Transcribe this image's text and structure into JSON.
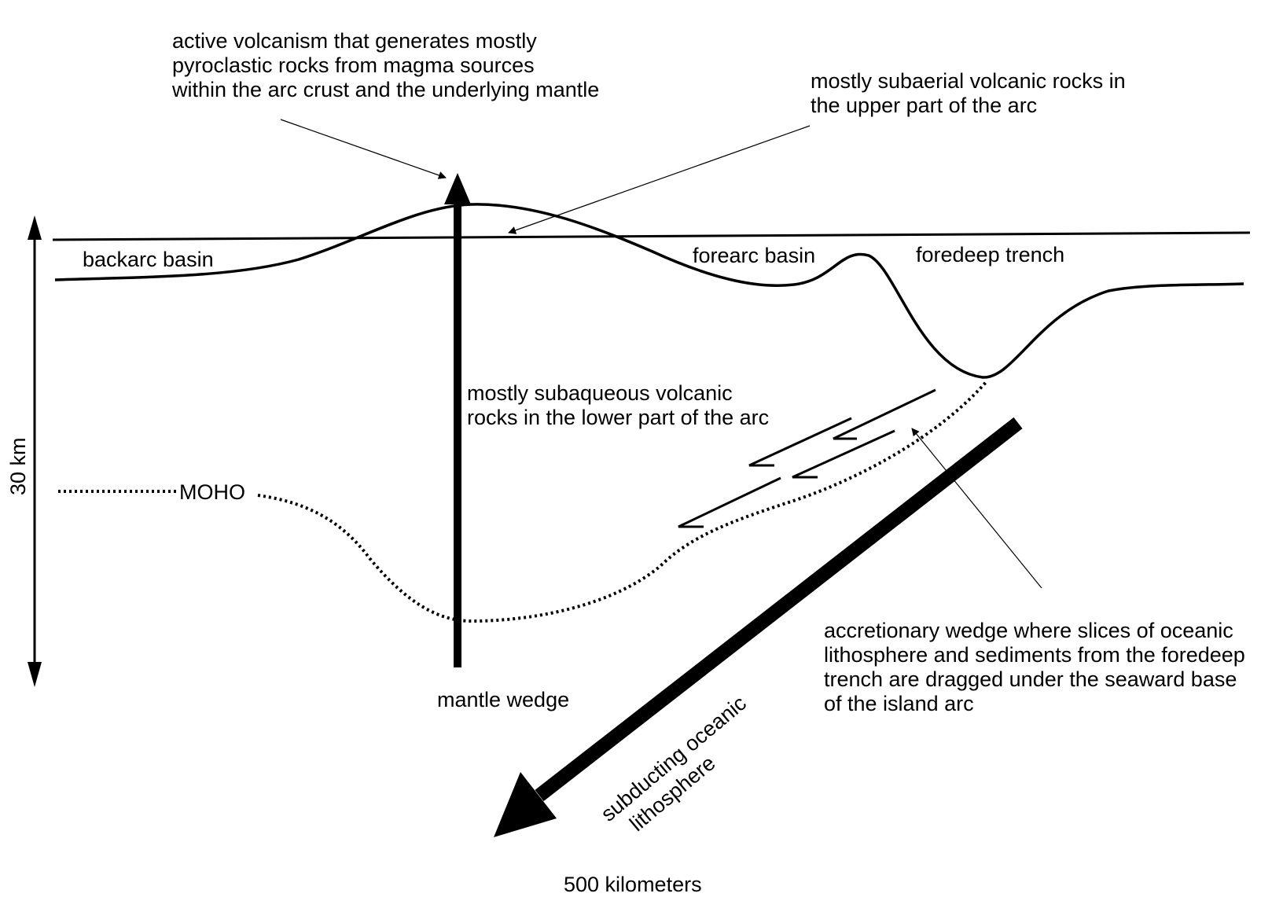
{
  "diagram": {
    "labels": {
      "active_volcanism": [
        "active volcanism that generates mostly",
        "pyroclastic rocks from magma sources",
        "within the arc crust and the underlying mantle"
      ],
      "subaerial": [
        "mostly subaerial volcanic rocks in",
        "the upper part of the arc"
      ],
      "backarc_basin": "backarc basin",
      "forearc_basin": "forearc basin",
      "foredeep_trench": "foredeep trench",
      "subaqueous": [
        "mostly subaqueous volcanic",
        "rocks in the lower part of the arc"
      ],
      "moho": "MOHO",
      "mantle_wedge": "mantle wedge",
      "accretionary": [
        "accretionary wedge where slices of oceanic",
        "lithosphere and sediments from the foredeep",
        "trench are dragged under the seaward base",
        "of the island arc"
      ],
      "subducting": [
        "subducting oceanic",
        "lithosphere"
      ],
      "vertical_scale": "30 km",
      "horizontal_scale": "500 kilometers"
    }
  }
}
